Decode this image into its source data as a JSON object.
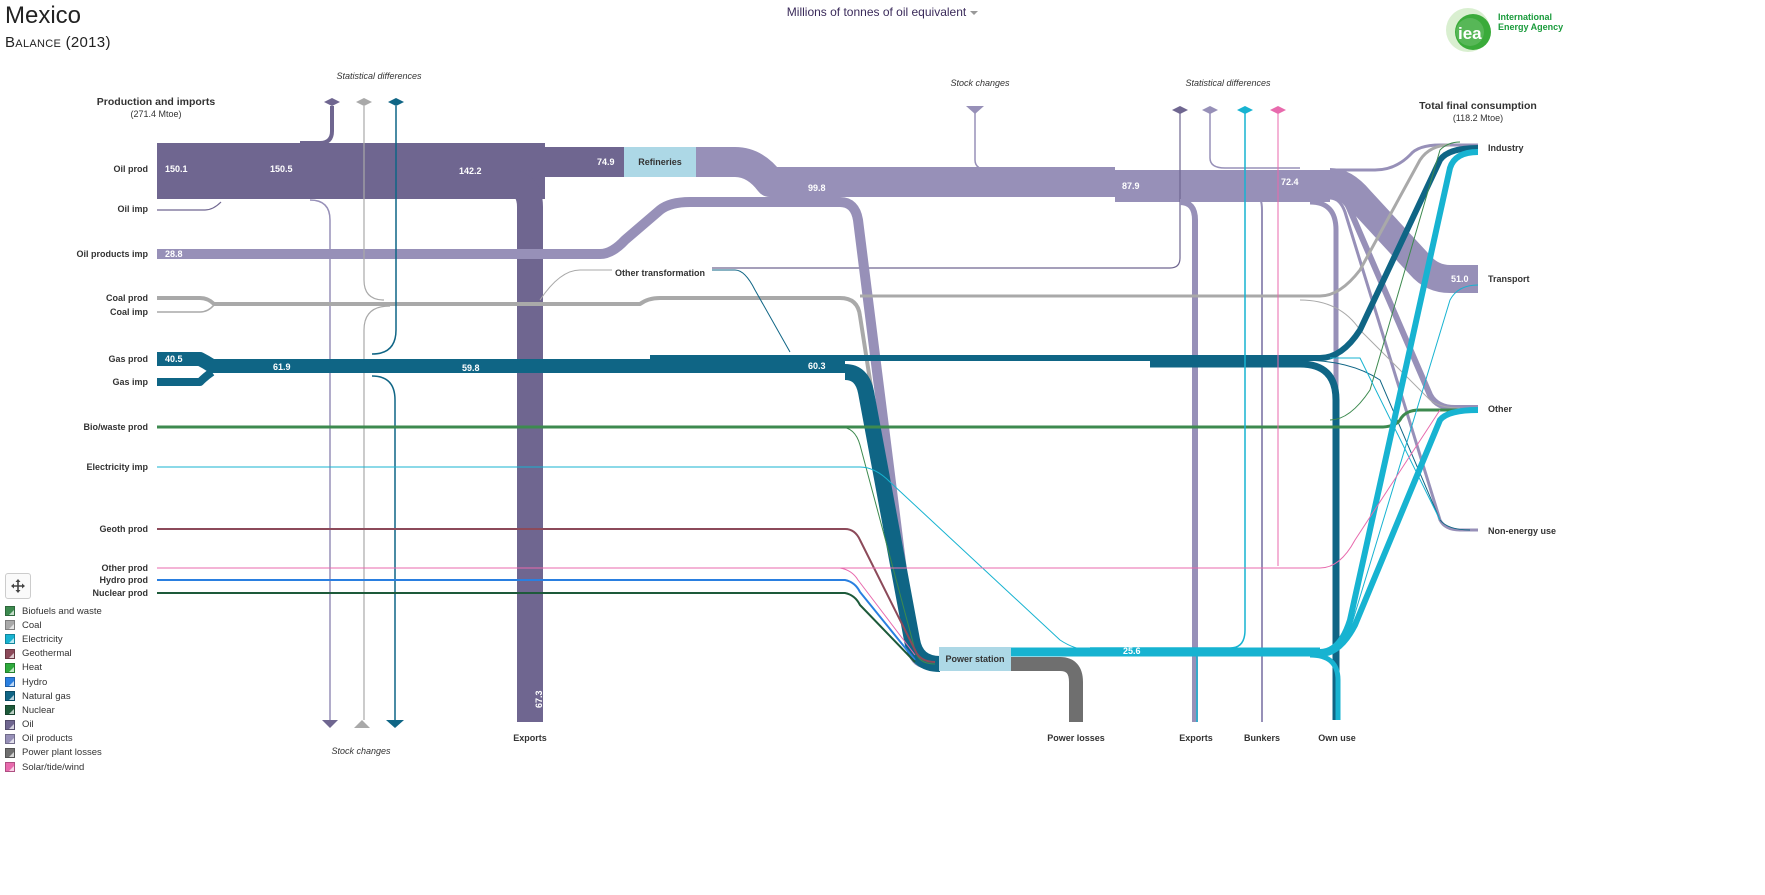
{
  "title": "Mexico",
  "subtitle": "Balance (2013)",
  "unit_selector": "Millions of tonnes of oil equivalent",
  "logo": {
    "text_line1": "International",
    "text_line2": "Energy Agency",
    "mark": "iea"
  },
  "left_header": {
    "title": "Production and imports",
    "total": "(271.4 Mtoe)"
  },
  "right_header": {
    "title": "Total final consumption",
    "total": "(118.2 Mtoe)"
  },
  "labels": {
    "stat_diff_left": "Statistical differences",
    "stat_diff_right": "Statistical differences",
    "stock_changes_top": "Stock  changes",
    "stock_changes_bottom": "Stock changes",
    "exports_left": "Exports",
    "power_losses": "Power losses",
    "exports_right": "Exports",
    "bunkers": "Bunkers",
    "own_use": "Own use",
    "refineries": "Refineries",
    "power_station": "Power station",
    "other_transformation": "Other transformation"
  },
  "sources": [
    "Oil prod",
    "Oil imp",
    "Oil products imp",
    "Coal prod",
    "Coal imp",
    "Gas prod",
    "Gas imp",
    "Bio/waste prod",
    "Electricity imp",
    "Geoth prod",
    "Other prod",
    "Hydro prod",
    "Nuclear prod"
  ],
  "sinks": [
    "Industry",
    "Transport",
    "Other",
    "Non-energy use"
  ],
  "flow_values": {
    "oil_prod": "150.1",
    "oil_after_stat": "150.5",
    "oil_to_refinery": "142.2",
    "refinery_input": "74.9",
    "crude_exports": "67.3",
    "oil_products_imp": "28.8",
    "oil_products_out": "99.8",
    "oil_products_after_stock": "87.9",
    "oil_products_to_tfc": "72.4",
    "gas_prod": "40.5",
    "gas_total": "61.9",
    "gas_after_stat": "59.8",
    "gas_to_power": "60.3",
    "electricity_out": "25.6",
    "transport": "51.0"
  },
  "legend": [
    {
      "label": "Biofuels and waste",
      "color": "#3d8a4f"
    },
    {
      "label": "Coal",
      "color": "#a9a9a9"
    },
    {
      "label": "Electricity",
      "color": "#17b3d1"
    },
    {
      "label": "Geothermal",
      "color": "#8c4a5a"
    },
    {
      "label": "Heat",
      "color": "#2eaa3c"
    },
    {
      "label": "Hydro",
      "color": "#2a7fe0"
    },
    {
      "label": "Natural gas",
      "color": "#0f6585"
    },
    {
      "label": "Nuclear",
      "color": "#1d5a3a"
    },
    {
      "label": "Oil",
      "color": "#6f6690"
    },
    {
      "label": "Oil products",
      "color": "#9790b8"
    },
    {
      "label": "Power plant losses",
      "color": "#6f6f6f"
    },
    {
      "label": "Solar/tide/wind",
      "color": "#e86aad"
    }
  ],
  "colors": {
    "oil": "#6f6690",
    "oil_products": "#9790b8",
    "coal": "#a9a9a9",
    "gas": "#0f6585",
    "biofuels": "#3d8a4f",
    "electricity": "#17b3d1",
    "geothermal": "#8c4a5a",
    "solar": "#e86aad",
    "hydro": "#2a7fe0",
    "nuclear": "#1d5a3a",
    "losses": "#6f6f6f",
    "refinery_box": "#add8e6"
  }
}
